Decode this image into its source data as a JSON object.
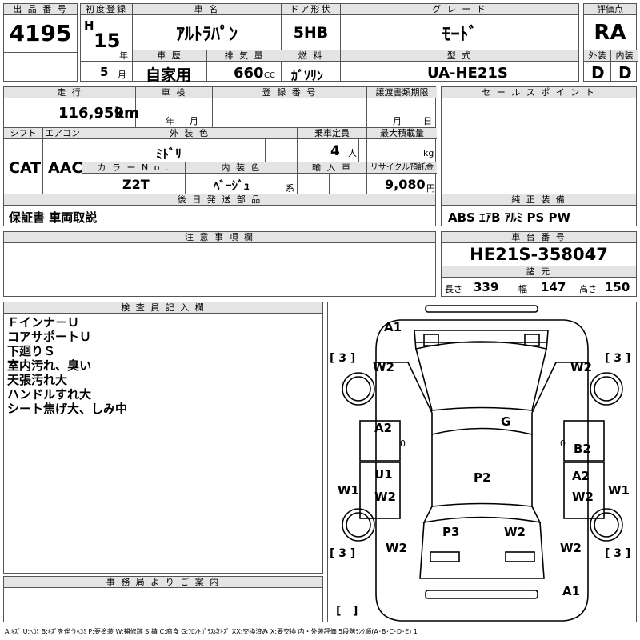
{
  "headers": {
    "lot_no": "出 品 番 号",
    "first_reg": "初度登録",
    "car_name": "車 名",
    "door": "ドア形状",
    "grade": "グ レ ー ド",
    "score": "評価点",
    "history": "車 歴",
    "displacement": "排 気 量",
    "fuel": "燃 料",
    "model": "型 式",
    "exterior": "外装",
    "interior": "内装",
    "mileage": "走 行",
    "inspection": "車 検",
    "reg_no": "登 録 番 号",
    "transfer": "譲渡書類期限",
    "sales_points": "セ ー ル ス ポ イ ン ト",
    "shift": "シフト",
    "aircon": "エアコン",
    "ext_color": "外 装 色",
    "capacity": "乗車定員",
    "max_load": "最大積載量",
    "color_no": "カ ラ ー N o .",
    "int_color": "内 装 色",
    "import": "輸 入 車",
    "recycle": "リサイクル預託金",
    "later_parts": "後 日 発 送 部 品",
    "genuine": "純 正 装 備",
    "notes": "注 意 事 項 欄",
    "chassis": "車 台 番 号",
    "specs": "諸 元",
    "inspector": "検 査 員 記 入 欄",
    "office": "事 務 局 よ り ご 案 内"
  },
  "vehicle": {
    "lot_no": "4195",
    "era": "H",
    "year": "15",
    "year_unit": "年",
    "month": "5",
    "month_unit": "月",
    "car_name": "ｱﾙﾄﾗﾊﾟﾝ",
    "door": "5HB",
    "grade": "ﾓｰﾄﾞ",
    "score": "RA",
    "history": "自家用",
    "displacement": "660",
    "cc_unit": "CC",
    "fuel": "ｶﾞｿﾘﾝ",
    "model": "UA-HE21S",
    "exterior": "D",
    "interior": "D",
    "mileage": "116,959",
    "km_unit": "km",
    "insp_year_unit": "年",
    "insp_month_unit": "月",
    "transfer_month": "月",
    "transfer_day": "日",
    "shift": "CAT",
    "aircon": "AAC",
    "ext_color": "ﾐﾄﾞﾘ",
    "capacity": "4",
    "capacity_unit": "人",
    "kg_unit": "kg",
    "color_no": "Z2T",
    "int_color": "ﾍﾞｰｼﾞｭ",
    "int_color_unit": "系",
    "recycle": "9,080",
    "yen_unit": "円",
    "later_parts": "保証書 車両取説",
    "genuine": "ABS ｴｱB ｱﾙﾐ PS PW",
    "chassis": "HE21S-358047",
    "length_label": "長さ",
    "length": "339",
    "width_label": "幅",
    "width": "147",
    "height_label": "高さ",
    "height": "150"
  },
  "inspector_notes": [
    "Ｆインナ－Ｕ",
    "コアサポートＵ",
    "下廻りＳ",
    "室内汚れ、臭い",
    "天張汚れ大",
    "ハンドルすれ大",
    "シート焦げ大、しみ中"
  ],
  "damage_marks": {
    "front_bumper": "A1",
    "rear_bumper": "A1",
    "left_front_wheel": "W2",
    "right_front_wheel": "W2",
    "windshield": "G",
    "left_front_door": "A2",
    "right_front_door": "B2",
    "left_rear_door_upper": "U1",
    "left_rear_door": "W2",
    "roof": "P2",
    "right_rear_door": "A2",
    "right_rear_door_lower": "W2",
    "left_sill": "W1",
    "right_sill": "W1",
    "rear_seat": "P3",
    "rear_area": "W2",
    "left_rear_wheel": "W2",
    "right_rear_wheel": "W2",
    "tire_lf": "3",
    "tire_rf": "3",
    "tire_lr": "3",
    "tire_rr": "3",
    "door_marker_left": "0",
    "door_marker_right": "0"
  },
  "legend": "A:ｷｽﾞ U:ﾍｺﾐ B:ｷｽﾞを伴うﾍｺﾐ P:要塗装 W:補修跡 S:錆 C:腐食 G:ﾌﾛﾝﾄｶﾞﾗｽ点ｷｽﾞ XX:交換済み X:要交換 内・外装評価 5段階ﾗﾝｸ順(A･B･C･D･E) 1"
}
